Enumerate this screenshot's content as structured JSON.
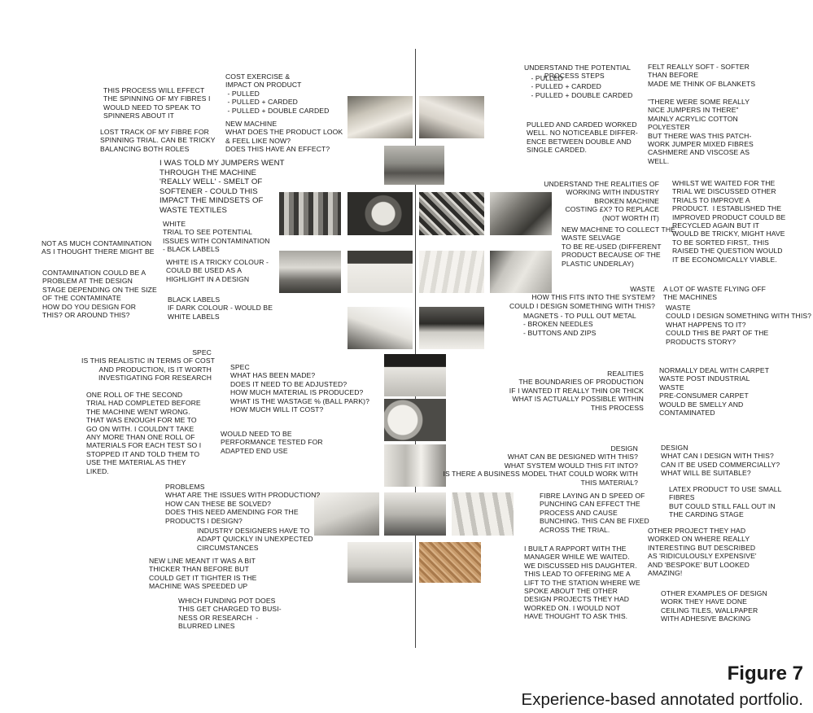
{
  "figure": {
    "label": "Figure 7",
    "caption": "Experience-based annotated portfolio."
  },
  "annotations": {
    "l1": "THIS PROCESS WILL EFFECT\nTHE SPINNING OF MY FIBRES I\nWOULD NEED TO SPEAK TO\nSPINNERS ABOUT IT",
    "l2": "COST EXERCISE &\nIMPACT ON PRODUCT\n - PULLED\n - PULLED + CARDED\n - PULLED + DOUBLE CARDED",
    "l3": "NEW MACHINE\nWHAT DOES THE PRODUCT LOOK\n& FEEL LIKE NOW?\nDOES THIS HAVE AN EFFECT?",
    "l4": "LOST TRACK OF MY FIBRE FOR\nSPINNING TRIAL. CAN BE TRICKY\nBALANCING BOTH ROLES",
    "l5": "I WAS TOLD MY JUMPERS WENT\nTHROUGH THE MACHINE\n'REALLY WELL' - SMELT OF\nSOFTENER - COULD THIS\nIMPACT THE MINDSETS OF\nWASTE TEXTILES",
    "l6": "WHITE\nTRIAL TO SEE POTENTIAL\nISSUES WITH CONTAMINATION\n- BLACK LABELS",
    "l7": "NOT AS MUCH CONTAMINATION\nAS I THOUGHT THERE MIGHT BE",
    "l8": "WHITE IS A TRICKY COLOUR -\nCOULD BE USED AS A\nHIGHLIGHT IN A DESIGN",
    "l9": "CONTAMINATION COULD BE A\nPROBLEM AT THE DESIGN\nSTAGE DEPENDING ON THE SIZE\nOF THE CONTAMINATE\nHOW DO YOU DESIGN FOR\nTHIS? OR AROUND THIS?",
    "l10": "BLACK LABELS\nIF DARK COLOUR - WOULD BE\nWHITE LABELS",
    "l11": "SPEC\nIS THIS REALISTIC IN TERMS OF COST\nAND PRODUCTION, IS IT WORTH\nINVESTIGATING FOR RESEARCH",
    "l12": "SPEC\nWHAT HAS BEEN MADE?\nDOES IT NEED TO BE ADJUSTED?\nHOW MUCH MATERIAL IS PRODUCED?\nWHAT IS THE WASTAGE % (BALL PARK)?\nHOW MUCH WILL IT COST?",
    "l13": "ONE ROLL OF THE SECOND\nTRIAL HAD COMPLETED BEFORE\nTHE MACHINE WENT WRONG.\nTHAT WAS ENOUGH FOR ME TO\nGO ON WITH. I COULDN'T TAKE\nANY MORE THAN ONE ROLL OF\nMATERIALS FOR EACH TEST SO I\nSTOPPED IT AND TOLD THEM TO\nUSE THE MATERIAL AS THEY\nLIKED.",
    "l14": "WOULD NEED TO BE\nPERFORMANCE TESTED FOR\nADAPTED END USE",
    "l15": "PROBLEMS\nWHAT ARE THE ISSUES WITH PRODUCTION?\nHOW CAN THESE BE SOLVED?\nDOES THIS NEED AMENDING FOR THE\nPRODUCTS I DESIGN?",
    "l16": "INDUSTRY DESIGNERS HAVE TO\nADAPT QUICKLY IN UNEXPECTED\nCIRCUMSTANCES",
    "l17": "NEW LINE MEANT IT WAS A BIT\nTHICKER THAN BEFORE BUT\nCOULD GET IT TIGHTER IS THE\nMACHINE WAS SPEEDED UP",
    "l18": "WHICH FUNDING POT DOES\nTHIS GET CHARGED TO BUSI-\nNESS OR RESEARCH  -\nBLURRED LINES",
    "r1a": "UNDERSTAND THE POTENTIAL\n          PROCESS STEPS",
    "r1b": " - PULLED\n - PULLED + CARDED\n - PULLED + DOUBLE CARDED",
    "r2": "FELT REALLY SOFT - SOFTER\nTHAN BEFORE\nMADE ME THINK OF BLANKETS",
    "r3": "\"THERE WERE SOME REALLY\nNICE JUMPERS IN THERE\"\nMAINLY ACRYLIC COTTON\nPOLYESTER\nBUT THERE WAS THIS PATCH-\nWORK JUMPER MIXED FIBRES\nCASHMERE AND VISCOSE AS\nWELL.",
    "r4": "PULLED AND CARDED WORKED\nWELL. NO NOTICEABLE DIFFER-\nENCE BETWEEN DOUBLE AND\nSINGLE CARDED.",
    "r5": "UNDERSTAND THE REALITIES OF\nWORKING WITH INDUSTRY\nBROKEN MACHINE\nCOSTING £X? TO REPLACE\n(NOT WORTH IT)",
    "r6": "WHILST WE WAITED FOR THE\nTRIAL WE DISCUSSED OTHER\nTRIALS TO IMPROVE A\nPRODUCT.  I ESTABLISHED THE\nIMPROVED PRODUCT COULD BE\nRECYCLED AGAIN BUT IT\nWOULD BE TRICKY, MIGHT HAVE\nTO BE SORTED FIRST,. THIS\nRAISED THE QUESTION WOULD\nIT BE ECONOMICALLY VIABLE.",
    "r7": "NEW MACHINE TO COLLECT THE\nWASTE SELVAGE\nTO BE RE-USED (DIFFERENT\nPRODUCT BECAUSE OF THE\nPLASTIC UNDERLAY)",
    "r8": "WASTE\nHOW THIS FITS INTO THE SYSTEM?\nCOULD I DESIGN SOMETHING WITH THIS?",
    "r9": "A LOT OF WASTE FLYING OFF\nTHE MACHINES",
    "r10": "WASTE\nCOULD I DESIGN SOMETHING WITH THIS?\nWHAT HAPPENS TO IT?\nCOULD THIS BE PART OF THE\nPRODUCTS STORY?",
    "r11": "MAGNETS - TO PULL OUT METAL\n- BROKEN NEEDLES\n- BUTTONS AND ZIPS",
    "r12": "REALITIES\nTHE BOUNDARIES OF PRODUCTION\nIF I WANTED IT REALLY THIN OR THICK\nWHAT IS ACTUALLY POSSIBLE WITHIN\nTHIS PROCESS",
    "r13": "NORMALLY DEAL WITH CARPET\nWASTE POST INDUSTRIAL\nWASTE\nPRE-CONSUMER CARPET\nWOULD BE SMELLY AND\nCONTAMINATED",
    "r14": "DESIGN\nWHAT CAN BE DESIGNED WITH THIS?\nWHAT SYSTEM WOULD THIS FIT INTO?\nIS THERE A BUSINESS MODEL THAT COULD WORK WITH\nTHIS MATERIAL?",
    "r15": "DESIGN\nWHAT CAN I DESIGN WITH THIS?\nCAN IT BE USED COMMERCIALLY?\nWHAT WILL BE SUITABLE?",
    "r16": "LATEX PRODUCT TO USE SMALL\nFIBRES\nBUT COULD STILL FALL OUT IN\nTHE CARDING STAGE",
    "r17": "FIBRE LAYING AN D SPEED OF\nPUNCHING CAN EFFECT THE\nPROCESS AND CAUSE\nBUNCHING. THIS CAN BE FIXED\nACROSS THE TRIAL.",
    "r18": "OTHER PROJECT THEY HAD\nWORKED ON WHERE REALLY\nINTERESTING BUT DESCRIBED\nAS 'RIDICULOUSLY EXPENSIVE'\nAND 'BESPOKE' BUT LOOKED\nAMAZING!",
    "r19": "I BUILT A RAPPORT WITH THE\nMANAGER WHILE WE WAITED.\nWE DISCUSSED HIS DAUGHTER.\nTHIS LEAD TO OFFERING ME A\nLIFT TO THE STATION WHERE WE\nSPOKE ABOUT THE OTHER\nDESIGN PROJECTS THEY HAD\nWORKED ON. I WOULD NOT\nHAVE THOUGHT TO ASK THIS.",
    "r20": "OTHER EXAMPLES OF DESIGN\nWORK THEY HAVE DONE\nCEILING TILES, WALLPAPER\nWITH ADHESIVE BACKING"
  }
}
